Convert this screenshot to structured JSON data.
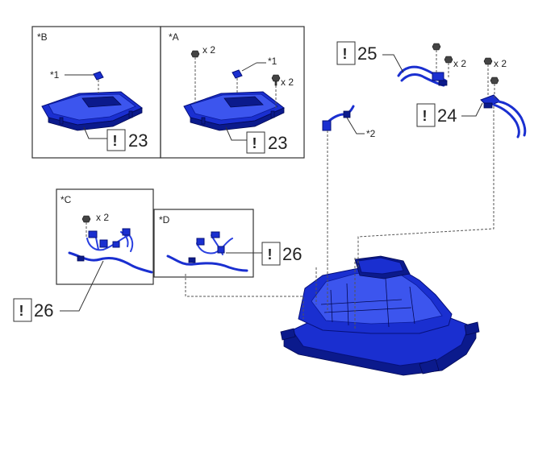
{
  "panels": {
    "b": {
      "label": "*B"
    },
    "a": {
      "label": "*A"
    },
    "c": {
      "label": "*C"
    },
    "d": {
      "label": "*D"
    }
  },
  "notes": {
    "star1": "*1",
    "star2": "*2"
  },
  "quantities": {
    "x2": "x 2"
  },
  "callouts": {
    "bang": "!",
    "n23": "23",
    "n24": "24",
    "n25": "25",
    "n26": "26"
  },
  "colors": {
    "part_blue": "#1a2fd0",
    "line": "#333333"
  },
  "icons": {
    "important": "exclamation-box-icon",
    "fastener": "bolt-icon"
  }
}
